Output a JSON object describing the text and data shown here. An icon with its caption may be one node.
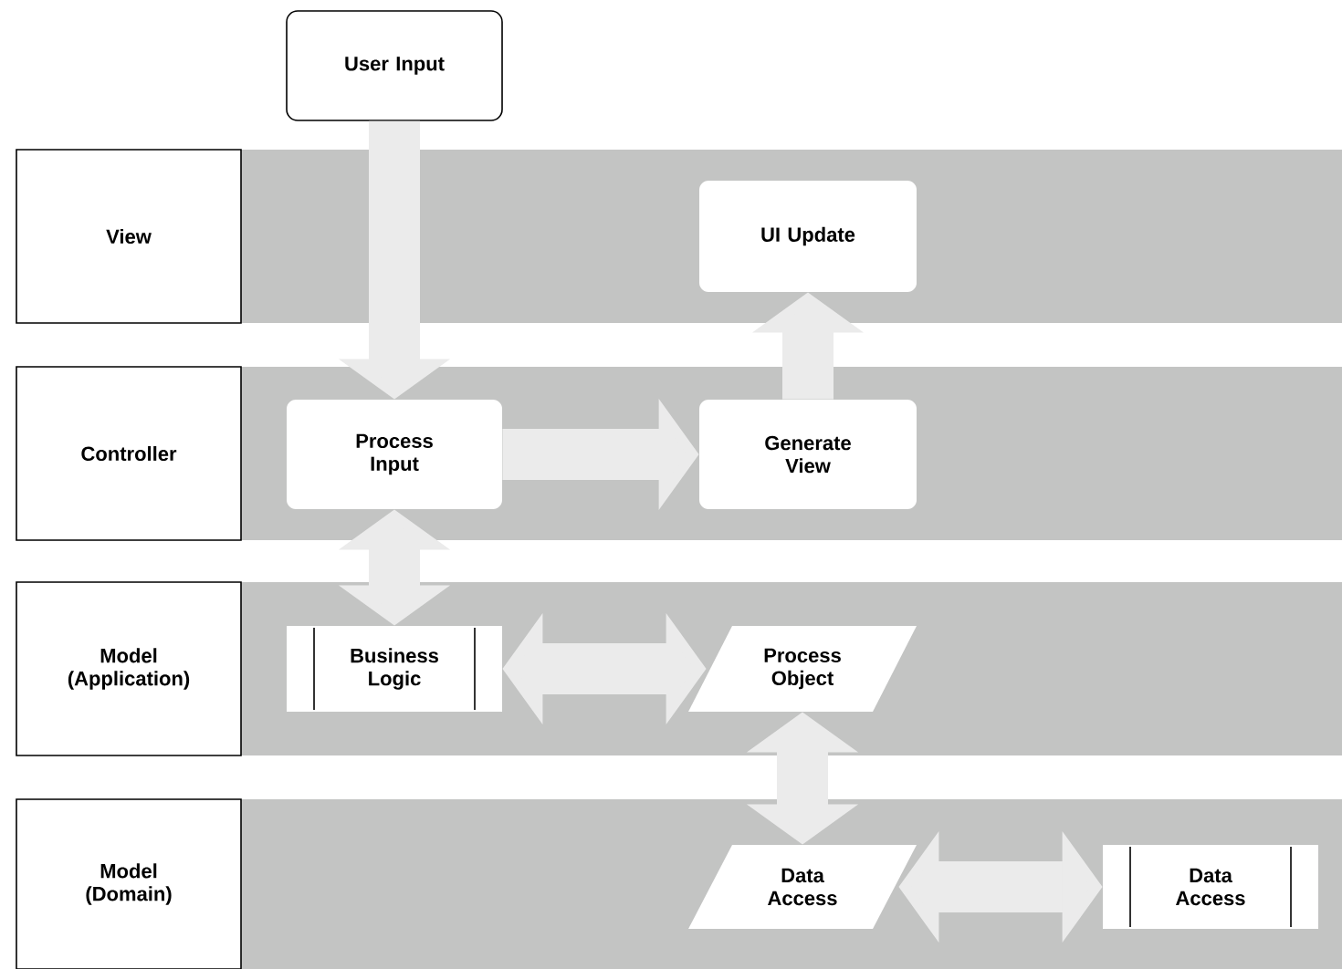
{
  "diagram": {
    "nodes": [
      {
        "text": [
          "User Input"
        ]
      },
      {
        "text": [
          "View"
        ]
      },
      {
        "text": [
          "UI Update"
        ],
        "in": 1
      },
      {
        "text": [
          "Controller"
        ]
      },
      {
        "text": [
          "Process Input"
        ],
        "in": 3
      },
      {
        "text": [
          "Generate View"
        ],
        "in": 3
      },
      {
        "text": [
          "Model (Application)"
        ]
      },
      {
        "text": [
          "Business Logic"
        ],
        "in": 6
      },
      {
        "text": [
          "Process Object"
        ],
        "in": 6
      },
      {
        "text": [
          "Model (Domain)"
        ]
      },
      {
        "text": [
          "Data Access"
        ],
        "in": 9
      },
      {
        "text": [
          "Data Access"
        ],
        "in": 9
      }
    ],
    "edges": [
      {
        "from": 0,
        "to": 4,
        "arrow": "to"
      },
      {
        "from": 4,
        "to": 5,
        "arrow": "to"
      },
      {
        "from": 5,
        "to": 2,
        "arrow": "to"
      },
      {
        "from": 4,
        "to": 7,
        "arrow": "both"
      },
      {
        "from": 7,
        "to": 8,
        "arrow": "both"
      },
      {
        "from": 8,
        "to": 10,
        "arrow": "both"
      },
      {
        "from": 10,
        "to": 11,
        "arrow": "both"
      }
    ]
  }
}
